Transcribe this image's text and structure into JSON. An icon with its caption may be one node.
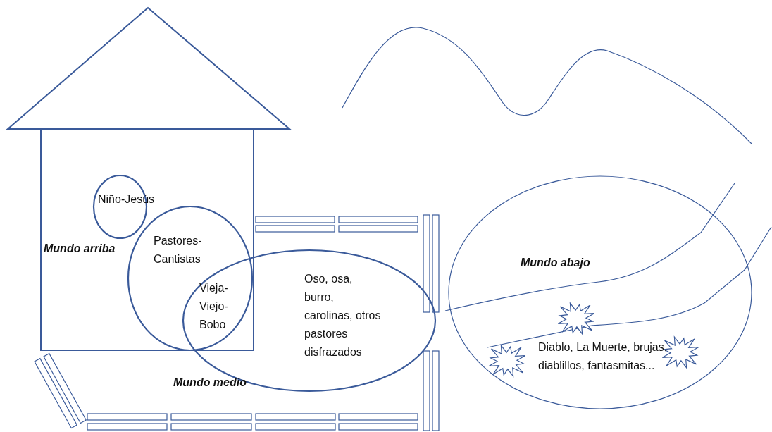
{
  "diagram": {
    "nodes": [
      {
        "text": [
          "Mundo arriba"
        ]
      },
      {
        "text": [
          "Niño-Jesús"
        ],
        "in": 0
      },
      {
        "text": [
          "Pastores-Cantistas"
        ],
        "in": 0
      },
      {
        "text": [
          "Oso, osa, burro, carolinas, otros pastores disfrazados"
        ]
      },
      {
        "text": [
          "Mundo abajo",
          "Diablo, La Muerte, brujas, diablillos, fantasmitas..."
        ]
      }
    ],
    "labels": [
      "Vieja-Viejo-Bobo",
      "Mundo medio"
    ]
  }
}
